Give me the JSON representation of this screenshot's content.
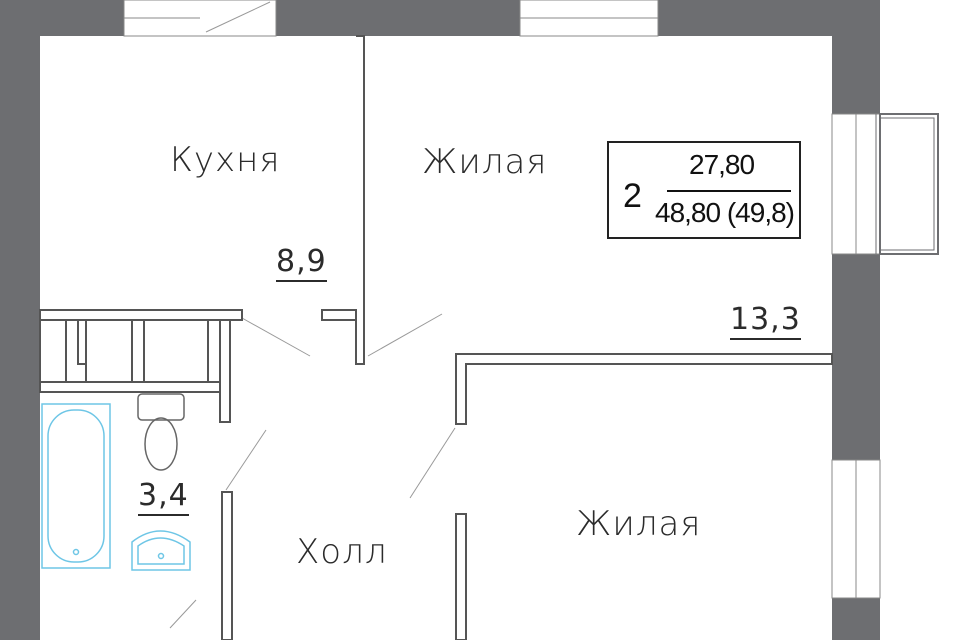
{
  "plan": {
    "rooms": [
      {
        "id": "kitchen",
        "name": "Кухня",
        "area": "8,9"
      },
      {
        "id": "living_top",
        "name": "Жилая",
        "area": "13,3"
      },
      {
        "id": "bathroom",
        "name": "",
        "area": "3,4"
      },
      {
        "id": "hall",
        "name": "Холл",
        "area": ""
      },
      {
        "id": "living_bottom",
        "name": "Жилая",
        "area": ""
      }
    ],
    "info": {
      "rooms_count": "2",
      "living_area": "27,80",
      "total_area": "48,80 (49,8)"
    }
  },
  "colors": {
    "wall": "#6d6e71",
    "partition": "#555555",
    "fixture": "#6ec6e6",
    "text": "#2b2b2b"
  }
}
